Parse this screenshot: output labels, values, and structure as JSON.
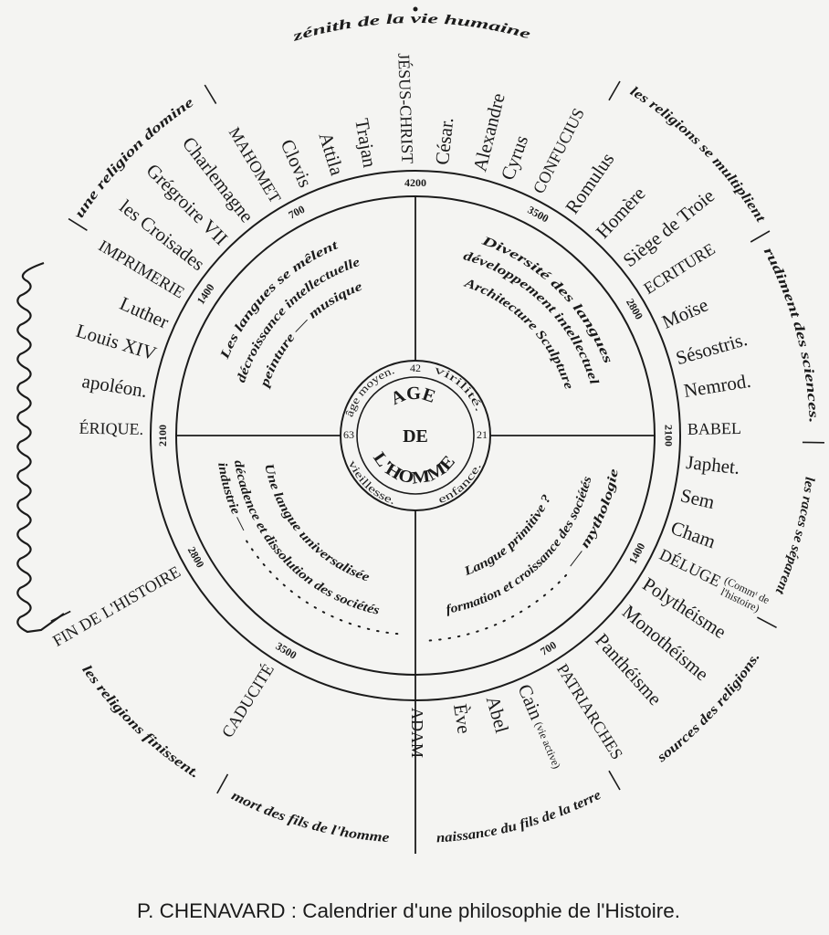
{
  "caption": "P. CHENAVARD : Calendrier d'une philosophie de l'Histoire.",
  "colors": {
    "ink": "#1b1b1b",
    "paper": "#f4f4f2"
  },
  "center": {
    "title_line1": "AGE",
    "title_line2": "DE",
    "title_line3": "L'HOMME",
    "ring": {
      "top": "42",
      "right": "21",
      "left": "63",
      "top_left": "âge moyen.",
      "top_right": "virilité.",
      "bottom_right": "enfance.",
      "bottom_left": "vieillesse."
    }
  },
  "ring_numbers": [
    "4200",
    "3500",
    "2800",
    "2100",
    "1400",
    "700",
    "3500",
    "2800",
    "2100",
    "1400",
    "700"
  ],
  "quadrants": {
    "top_left": [
      "Les langues se mêlent",
      "décroissance intellectuelle",
      "peinture — musique"
    ],
    "top_right": [
      "Diversité des langues",
      "développement intellectuel",
      "Architecture Sculpture"
    ],
    "bottom_left": [
      "Une langue universalisée",
      "décadence et dissolution des sociétés",
      "industrie —"
    ],
    "bottom_right": [
      "Langue primitive ?",
      "formation et croissance des sociétés",
      "— mythologie"
    ]
  },
  "radial_labels": [
    {
      "text": "César."
    },
    {
      "text": "Alexandre"
    },
    {
      "text": "Cyrus"
    },
    {
      "text": "CONFUCIUS"
    },
    {
      "text": "Romulus"
    },
    {
      "text": "Homère"
    },
    {
      "text": "Siège de Troie"
    },
    {
      "text": "ECRITURE"
    },
    {
      "text": "Moïse"
    },
    {
      "text": "Sésostris."
    },
    {
      "text": "Nemrod."
    },
    {
      "text": "BABEL"
    },
    {
      "text": "Japhet."
    },
    {
      "text": "Sem"
    },
    {
      "text": "Cham"
    },
    {
      "text": "DÉLUGE",
      "note1": "(Commᵗ de",
      "note2": "l'histoire)"
    },
    {
      "text": "Polythéisme"
    },
    {
      "text": "Monothéisme"
    },
    {
      "text": "Panthéisme"
    },
    {
      "text": "PATRIARCHES"
    },
    {
      "text": "Cain",
      "note1": "(vie active)"
    },
    {
      "text": "Abel"
    },
    {
      "text": "Ève"
    },
    {
      "text": "ADAM"
    },
    {
      "text": "CADUCITÉ"
    },
    {
      "text": "FIN DE L'HISTOIRE"
    },
    {
      "text": "ÉRIQUE."
    },
    {
      "text": "apoléon."
    },
    {
      "text": "Louis XIV"
    },
    {
      "text": "Luther"
    },
    {
      "text": "IMPRIMERIE"
    },
    {
      "text": "les Croisades"
    },
    {
      "text": "Grégroire VII"
    },
    {
      "text": "Charlemagne"
    },
    {
      "text": "MAHOMET"
    },
    {
      "text": "Clovis"
    },
    {
      "text": "Attila"
    },
    {
      "text": "Trajan"
    },
    {
      "text": "JÉSUS-CHRIST"
    }
  ],
  "outer_arcs": [
    "zénith de la vie humaine",
    "les religions se multiplient",
    "rudiment des sciences.",
    "les races se séparent",
    "sources des religions.",
    "naissance du fils de la terre",
    "mort des fils de l'homme",
    "les religions finissent.",
    "une religion domine"
  ]
}
